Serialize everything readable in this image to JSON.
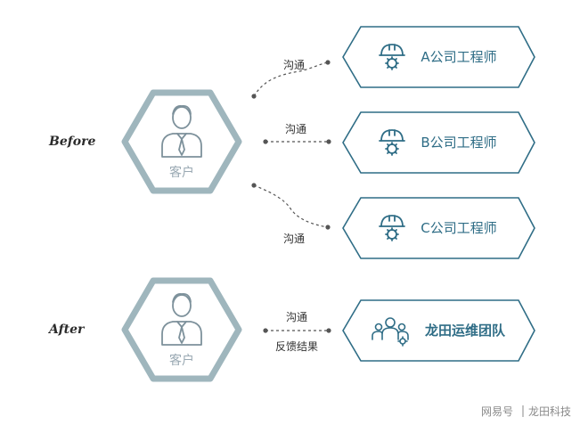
{
  "phases": {
    "before": "Before",
    "after": "After"
  },
  "clients": {
    "before_label": "客户",
    "after_label": "客户"
  },
  "edges": {
    "to_a": "沟通",
    "to_b": "沟通",
    "to_c": "沟通",
    "after_top": "沟通",
    "after_bottom": "反馈结果"
  },
  "providers": {
    "a": "A公司工程师",
    "b": "B公司工程师",
    "c": "C公司工程师",
    "team": "龙田运维团队"
  },
  "watermark": {
    "source": "网易号",
    "brand": "龙田科技"
  },
  "icons": {
    "client": "person-with-tie-icon",
    "engineer": "hardhat-gear-icon",
    "team": "team-people-icon"
  },
  "colors": {
    "hexagon_stroke": "#9fb6bd",
    "box_stroke": "#2f6d86",
    "box_text": "#2f6d86",
    "connector": "#555555",
    "client_text": "#9aa9b3"
  }
}
